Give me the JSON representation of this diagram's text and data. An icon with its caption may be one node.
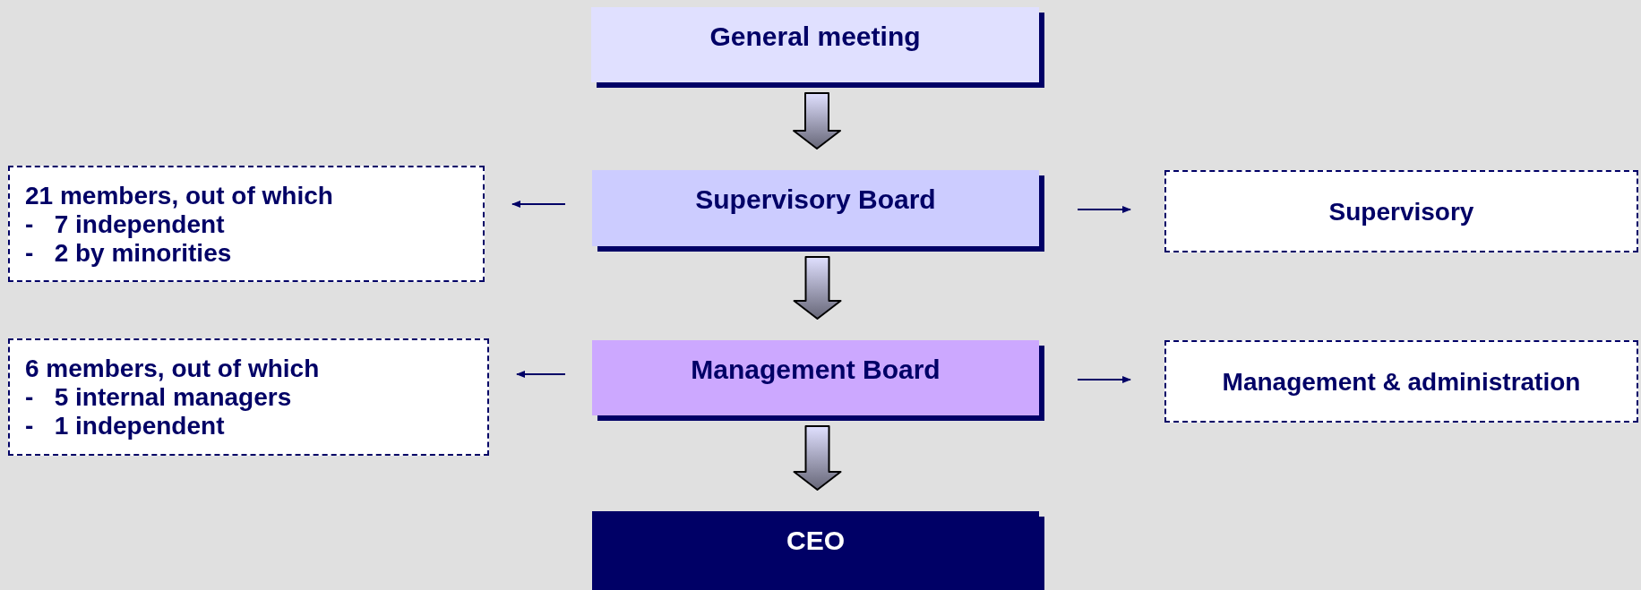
{
  "diagram": {
    "nodes": [
      {
        "text": [
          "General meeting"
        ]
      },
      {
        "text": [
          "21 members, out of which",
          "-   7 independent",
          "-   2 by minorities"
        ]
      },
      {
        "text": [
          "Supervisory Board"
        ]
      },
      {
        "text": [
          "Supervisory"
        ]
      },
      {
        "text": [
          "6 members, out of which",
          "-   5 internal managers",
          "-   1 independent"
        ]
      },
      {
        "text": [
          "Management Board"
        ]
      },
      {
        "text": [
          "Management & administration"
        ]
      },
      {
        "text": [
          "CEO"
        ]
      }
    ],
    "edges": [
      {
        "from": 0,
        "to": 2,
        "arrow": "to",
        "style": "thick"
      },
      {
        "from": 2,
        "to": 1,
        "arrow": "to"
      },
      {
        "from": 2,
        "to": 3,
        "arrow": "to"
      },
      {
        "from": 2,
        "to": 5,
        "arrow": "to",
        "style": "thick"
      },
      {
        "from": 5,
        "to": 4,
        "arrow": "to"
      },
      {
        "from": 5,
        "to": 6,
        "arrow": "to"
      },
      {
        "from": 5,
        "to": 7,
        "arrow": "to",
        "style": "thick"
      }
    ]
  }
}
